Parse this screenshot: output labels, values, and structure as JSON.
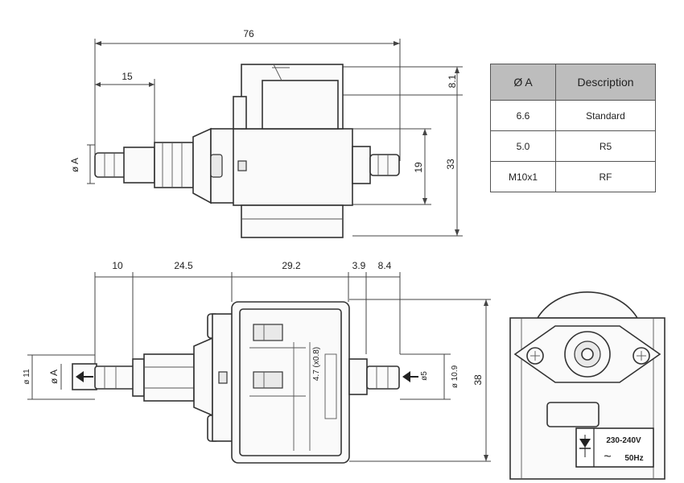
{
  "dimensions": {
    "overall_length": "76",
    "inlet_length": "15",
    "top_offset": "8.1",
    "height": "33",
    "outlet_height": "19",
    "phi_a_top": "ø A",
    "seg_10": "10",
    "seg_24_5": "24.5",
    "seg_29_2": "29.2",
    "seg_3_9": "3.9",
    "seg_8_4": "8.4",
    "dia_11": "ø 11",
    "phi_a_bottom": "ø A",
    "dia_5": "ø5",
    "dia_10_9": "ø 10.9",
    "width_38": "38",
    "terminal": "4.7 (x0.8)"
  },
  "table": {
    "headers": [
      "Ø A",
      "Description"
    ],
    "rows": [
      [
        "6.6",
        "Standard"
      ],
      [
        "5.0",
        "R5"
      ],
      [
        "M10x1",
        "RF"
      ]
    ]
  },
  "label_plate": {
    "voltage": "230-240V",
    "frequency": "50Hz",
    "symbol": "~"
  }
}
